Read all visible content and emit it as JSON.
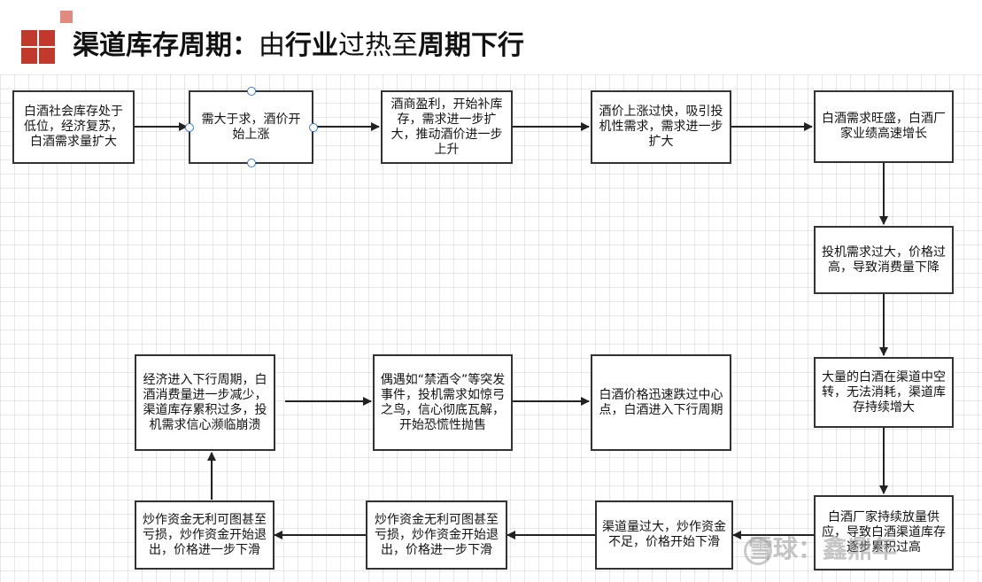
{
  "title": {
    "part1": "渠道库存周期：",
    "part2": "由",
    "part3": "行业",
    "part4": "过热至",
    "part5": "周期下行"
  },
  "nodes": {
    "n1": "白酒社会库存处于低位，经济复苏，白酒需求量扩大",
    "n2": "需大于求，酒价开始上涨",
    "n3": "酒商盈利，开始补库存，需求进一步扩大，推动酒价进一步上升",
    "n4": "酒价上涨过快，吸引投机性需求，需求进一步扩大",
    "n5": "白酒需求旺盛，白酒厂家业绩高速增长",
    "n6": "投机需求过大，价格过高，导致消费量下降",
    "n7": "大量的白酒在渠道中空转，无法消耗，渠道库存持续增大",
    "n8": "白酒厂家持续放量供应，导致白酒渠道库存逐步累积过高",
    "n9": "渠道量过大，炒作资金不足，价格开始下滑",
    "n10": "炒作资金无利可图甚至亏损，炒作资金开始退出，价格进一步下滑",
    "n11": "炒作资金无利可图甚至亏损，炒作资金开始退出，价格进一步下滑",
    "n12": "经济进入下行周期，白酒消费量进一步减少，渠道库存累积过多，投机需求信心濒临崩溃",
    "n13": "偶遇如“禁酒令”等突发事件，投机需求如惊弓之鸟，信心彻底瓦解，开始恐慌性抛售",
    "n14": "白酒价格迅速跌过中心点，白酒进入下行周期"
  },
  "watermark": "雪球：鑫鼎年"
}
